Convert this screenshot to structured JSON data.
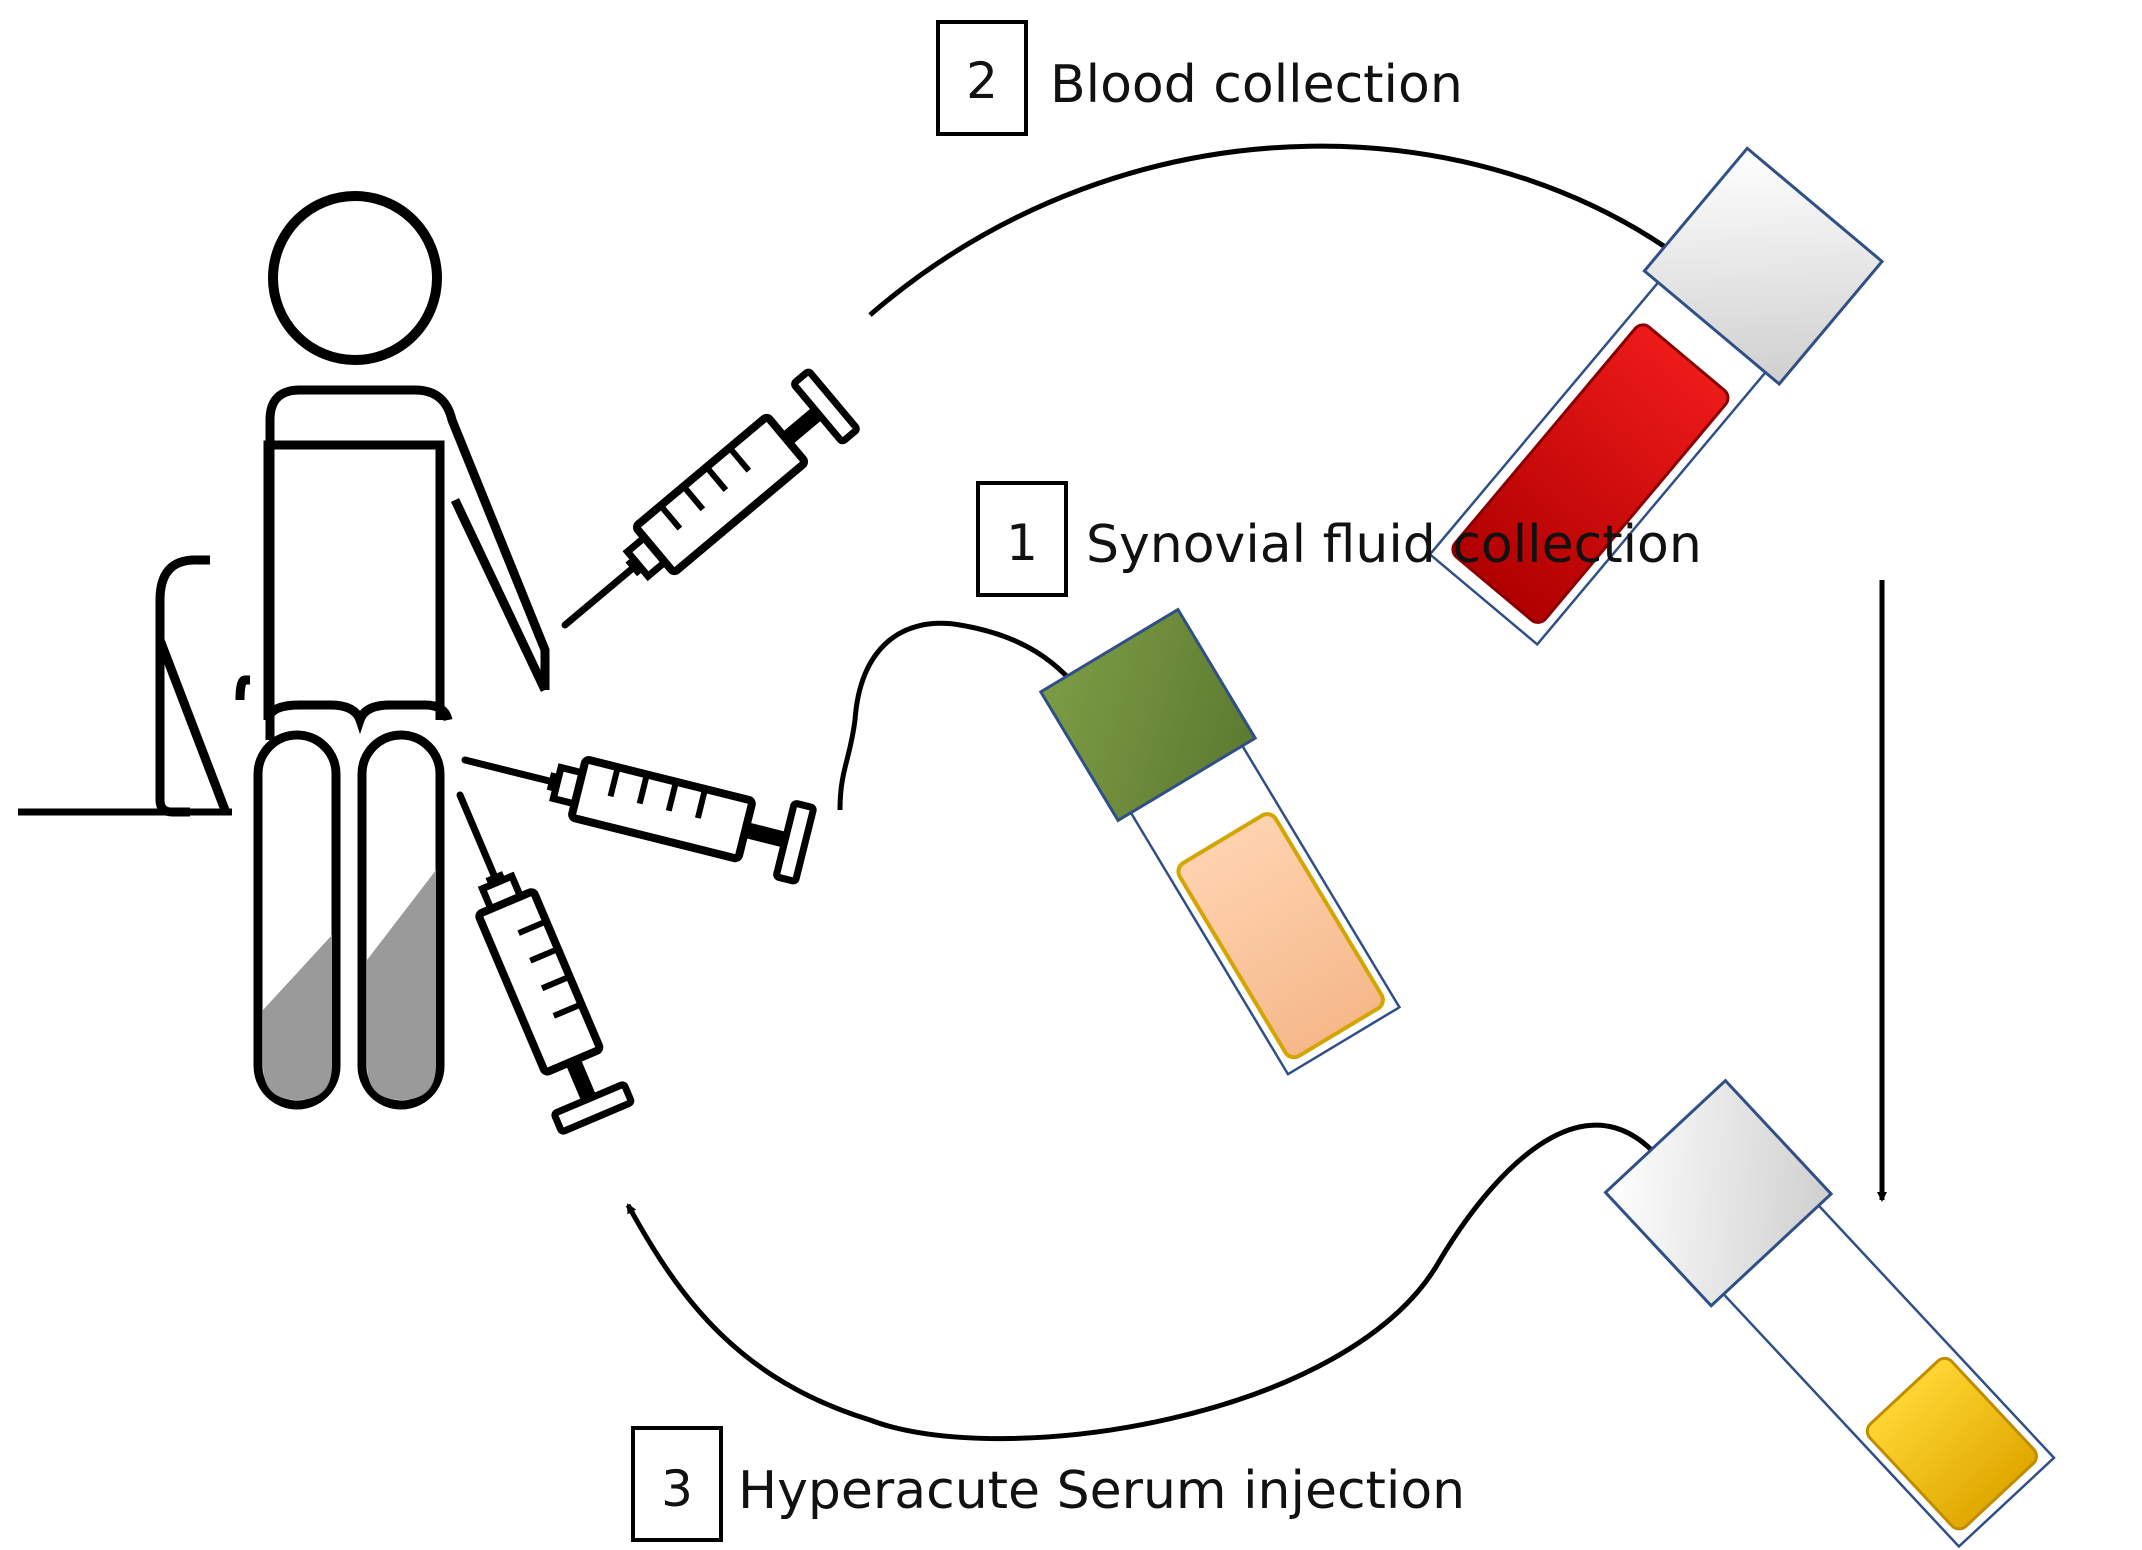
{
  "steps": [
    {
      "number": "1",
      "label": "Synovial fluid collection"
    },
    {
      "number": "2",
      "label": "Blood collection"
    },
    {
      "number": "3",
      "label": "Hyperacute Serum injection"
    }
  ],
  "colors": {
    "line": "#000000",
    "cap_white": "#e6e6e6",
    "cap_green": "#6e8c3a",
    "cap_border": "#2f4f86",
    "blood": "#d40000",
    "synovial_fluid": "#ffc599",
    "serum": "#ffcc00",
    "leg_shade": "#9a9a9a"
  }
}
